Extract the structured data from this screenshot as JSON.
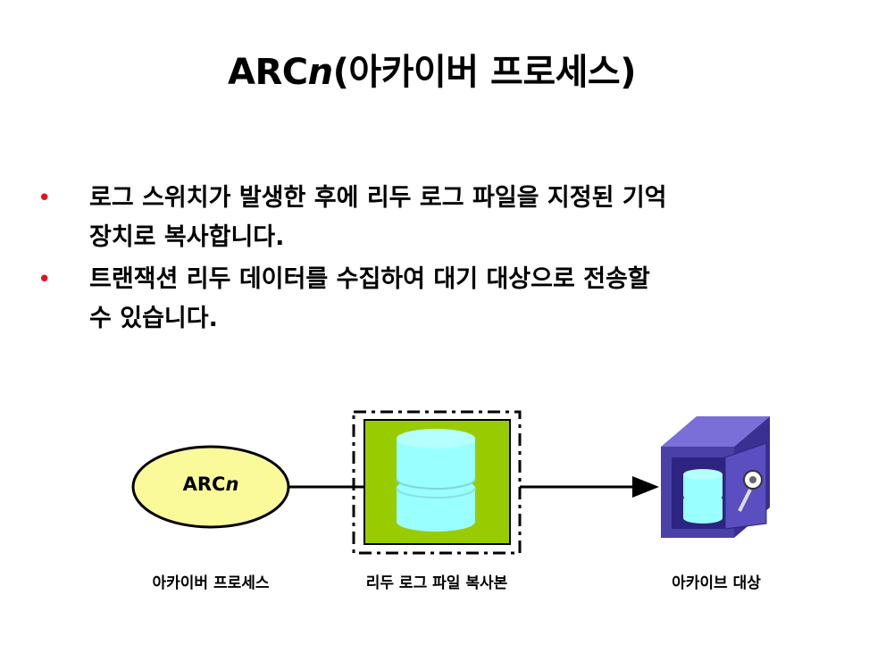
{
  "title": {
    "main": "ARC",
    "italic": "n",
    "suffix": "(아카이버 프로세스)"
  },
  "bullets": [
    {
      "marker": "•",
      "lines": [
        "로그 스위치가 발생한 후에 리두 로그 파일을 지정된 기억",
        "장치로 복사합니다."
      ]
    },
    {
      "marker": "•",
      "lines": [
        "트랜잭션 리두 데이터를 수집하여 대기 대상으로 전송할",
        "수 있습니다."
      ]
    }
  ],
  "diagram": {
    "process_node": {
      "text": "ARC",
      "italic": "n",
      "fill": "#fafa9b"
    },
    "redo_box": {
      "fill": "#99cc00",
      "cylinder": "#99ffff"
    },
    "safe": {
      "body": "#4b3fa8",
      "cylinder": "#99ffff"
    },
    "labels": {
      "process": "아카이버 프로세스",
      "redo_copy": "리두 로그 파일 복사본",
      "archive_target": "아카이브 대상"
    }
  },
  "colors": {
    "bullet_marker": "#e0141e"
  }
}
